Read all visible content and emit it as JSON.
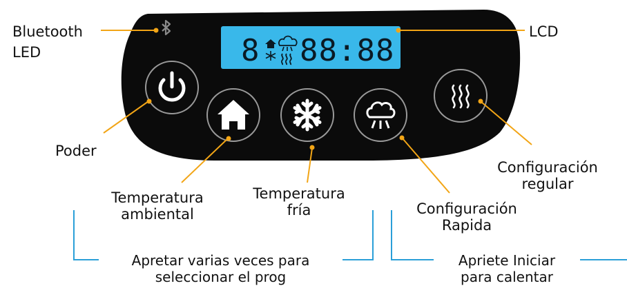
{
  "colors": {
    "panel": "#0b0b0b",
    "ring": "#9a9a9a",
    "leader": "#f2a516",
    "bracket": "#2a9fd8",
    "lcd_bg": "#39b8ea",
    "lcd_fg": "#0a1a24",
    "icon_white": "#ffffff"
  },
  "icons": {
    "bluetooth": "bluetooth-icon",
    "power": "power-icon",
    "home": "home-icon",
    "snowflake": "snowflake-icon",
    "boost": "cloud-steam-icon",
    "regular": "heat-waves-icon"
  },
  "lcd": {
    "digit_left": "8",
    "clock": "88:88"
  },
  "labels": {
    "bluetooth_led": {
      "line1": "Bluetooth",
      "line2": "LED"
    },
    "lcd": "LCD",
    "power": "Poder",
    "ambient": {
      "line1": "Temperatura",
      "line2": "ambiental"
    },
    "cold": {
      "line1": "Temperatura",
      "line2": "fría"
    },
    "boost": {
      "line1": "Configuración",
      "line2": "Rapida"
    },
    "regular": {
      "line1": "Configuración",
      "line2": "regular"
    }
  },
  "brackets": {
    "program": {
      "line1": "Apretar varias veces para",
      "line2": "seleccionar el prog"
    },
    "heat": {
      "line1": "Apriete Iniciar",
      "line2": "para calentar"
    }
  }
}
